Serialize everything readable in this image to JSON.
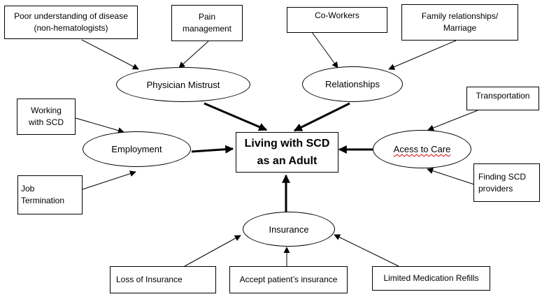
{
  "center": {
    "line1": "Living with SCD",
    "line2": "as an Adult"
  },
  "themes": {
    "physician_mistrust": "Physician Mistrust",
    "relationships": "Relationships",
    "employment": "Employment",
    "access_to_care": "Acess to Care",
    "insurance": "Insurance"
  },
  "factors": {
    "poor_understanding": "Poor understanding of disease\n(non-hematologists)",
    "pain_management": "Pain\nmanagement",
    "co_workers": "Co-Workers",
    "family_relationships": "Family relationships/\nMarriage",
    "transportation": "Transportation",
    "working_with_scd": "Working\nwith SCD",
    "job_termination": "Job\nTermination",
    "finding_providers": "Finding SCD\nproviders",
    "loss_of_insurance": "Loss of Insurance",
    "accept_insurance": "Accept patient’s insurance",
    "limited_refills": "Limited Medication Refills"
  }
}
